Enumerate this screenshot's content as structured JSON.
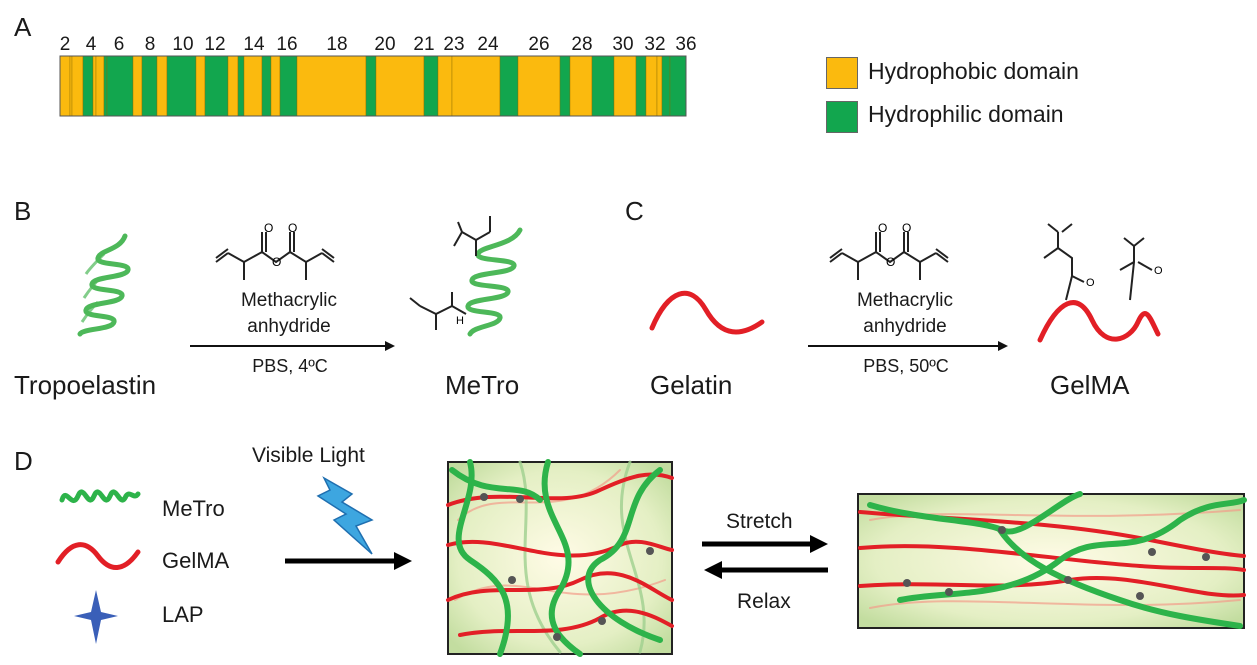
{
  "panel_a": {
    "label": "A",
    "numbers": [
      "2",
      "4",
      "6",
      "8",
      "10",
      "12",
      "14",
      "16",
      "18",
      "20",
      "21",
      "23",
      "24",
      "26",
      "28",
      "30",
      "32",
      "36"
    ],
    "legend": [
      {
        "text": "Hydrophobic domain",
        "color": "#FBBA0E"
      },
      {
        "text": "Hydrophilic domain",
        "color": "#12A64E"
      }
    ]
  },
  "panel_b": {
    "label": "B",
    "reagent_line1": "Methacrylic",
    "reagent_line2": "anhydride",
    "condition": "PBS, 4ºC",
    "start": "Tropoelastin",
    "product": "MeTro"
  },
  "panel_c": {
    "label": "C",
    "reagent_line1": "Methacrylic",
    "reagent_line2": "anhydride",
    "condition": "PBS, 50ºC",
    "start": "Gelatin",
    "product": "GelMA"
  },
  "panel_d": {
    "label": "D",
    "light": "Visible Light",
    "legend": [
      "MeTro",
      "GelMA",
      "LAP"
    ],
    "stretch": "Stretch",
    "relax": "Relax"
  },
  "colors": {
    "hydrophobic": "#FBBA0E",
    "hydrophilic": "#12A64E",
    "metro": "#2DB34A",
    "gelma": "#E21F26",
    "lap": "#3A5FB8"
  }
}
